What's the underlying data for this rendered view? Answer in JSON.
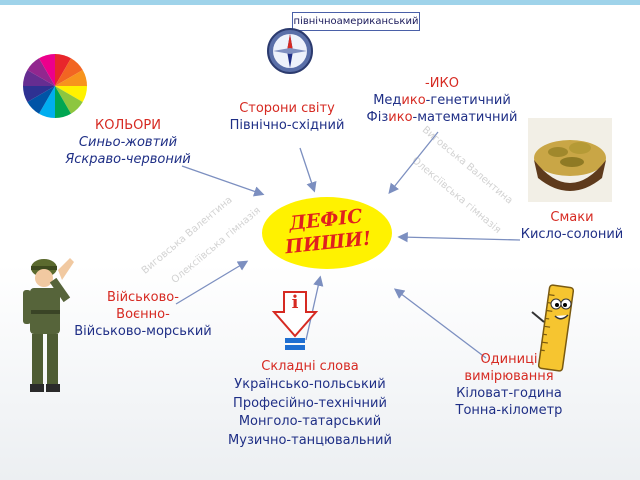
{
  "header_box": "північноамериканський",
  "center": {
    "line1": "ДЕФІС",
    "line2": "ПИШИ!"
  },
  "colors_block": {
    "title": "КОЛЬОРИ",
    "items": [
      "Синьо-жовтий",
      "Яскраво-червоний"
    ]
  },
  "compass_block": {
    "title": "Сторони світу",
    "items": [
      "Північно-східний"
    ]
  },
  "iko_block": {
    "title": "-ИКО",
    "items": [
      {
        "pre": "Мед",
        "hl": "ико",
        "post": "-генетичний"
      },
      {
        "pre": "Фіз",
        "hl": "ико",
        "post": "-математичний"
      }
    ]
  },
  "tastes_block": {
    "title": "Смаки",
    "items": [
      "Кисло-солоний"
    ]
  },
  "military_block": {
    "items": [
      "Військово-",
      "Воєнно-",
      "Військово-морський"
    ]
  },
  "compound_block": {
    "title": "Складні слова",
    "items": [
      "Українсько-польський",
      "Професійно-технічний",
      "Монголо-татарський",
      "Музично-танцювальний"
    ]
  },
  "units_block": {
    "title_line1": "Одиниці",
    "title_line2": "вимірювання",
    "items": [
      "Кіловат-година",
      "Тонна-кілометр"
    ]
  },
  "info_icon_glyph": "i",
  "watermarks": [
    "Виговська Валентина",
    "Олексіївська гімназія",
    "Виговська Валентина",
    "Олексіївська гімназія"
  ],
  "palette": {
    "red": "#d62a22",
    "blue": "#1f2f86",
    "yellow": "#fff200",
    "arrow": "#7c8fc0",
    "wheel": [
      "#e8262b",
      "#f26522",
      "#f7941d",
      "#fff200",
      "#8dc63f",
      "#00a651",
      "#00aeef",
      "#0054a6",
      "#2e3192",
      "#662d91",
      "#92278f",
      "#ec008c"
    ]
  }
}
